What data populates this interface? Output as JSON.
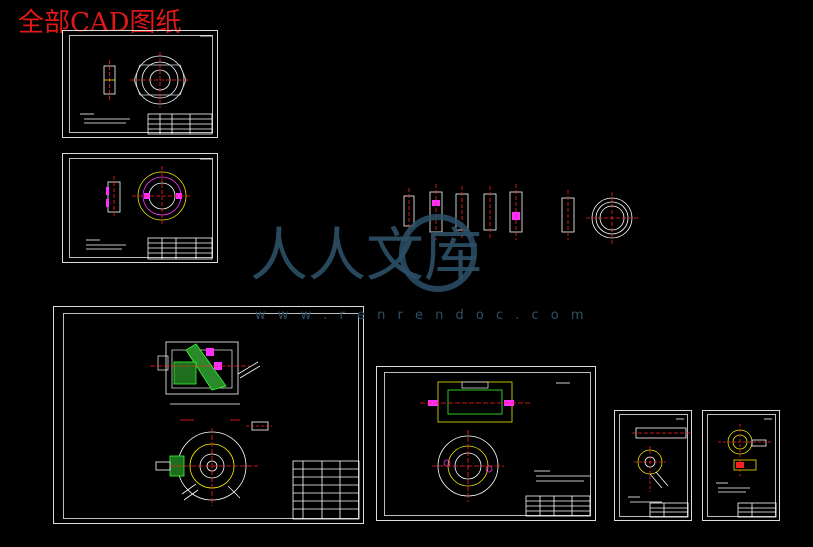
{
  "page_title": "全部CAD图纸",
  "watermark": {
    "logo_text": "人人文库",
    "url_text": "w w w . r e n r e n d o c . c o m"
  },
  "colors": {
    "background": "#000000",
    "title": "#e01818",
    "line": "#ffffff",
    "accent_yellow": "#f2e600",
    "accent_red": "#ff2020",
    "accent_magenta": "#ff30ff",
    "accent_green": "#33ff33",
    "accent_cyan": "#40ffff",
    "watermark": "#2c5068"
  }
}
